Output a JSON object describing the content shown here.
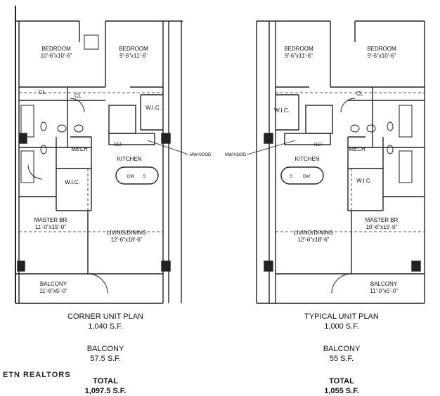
{
  "corner_unit": {
    "rooms": {
      "bedroom_1": {
        "name": "BEDROOM",
        "size": "10'-6\"x10'-6\""
      },
      "bedroom_2": {
        "name": "BEDROOM",
        "size": "9'-6\"x11'-6\""
      },
      "closet_1": "CL",
      "closet_2": "CL",
      "wic_1": "W.I.C.",
      "wic_2": "W.I.C.",
      "mech": "MECH",
      "kitchen": "KITCHEN",
      "ref": "REF",
      "dw": "DW",
      "sink": "S",
      "mw_hood": "MW/HOOD",
      "master_br": {
        "name": "MASTER BR",
        "size": "11'-0\"x15'-0\""
      },
      "living_dining": {
        "name": "LIVING/DINING",
        "size": "12'-6\"x18'-6\""
      },
      "balcony": {
        "name": "BALCONY",
        "size": "11'-6\"x5'-0\""
      }
    },
    "plan_title": "CORNER UNIT PLAN",
    "plan_area": "1,040 S.F.",
    "balcony_label": "BALCONY",
    "balcony_area": "57.5 S.F.",
    "total_label": "TOTAL",
    "total_area": "1,097.5 S.F."
  },
  "typical_unit": {
    "rooms": {
      "bedroom_1": {
        "name": "BEDROOM",
        "size": "9'-6\"x11'-6\""
      },
      "bedroom_2": {
        "name": "BEDROOM",
        "size": "9'-6\"x10'-6\""
      },
      "closet_1": "CL",
      "wic_1": "W.I.C.",
      "wic_2": "W.I.C.",
      "mech": "MECH",
      "kitchen": "KITCHEN",
      "ref": "REF",
      "dw": "DW",
      "sink": "S",
      "mw_hood": "MW/HOOD",
      "master_br": {
        "name": "MASTER BR",
        "size": "10'-6\"x15'-0\""
      },
      "living_dining": {
        "name": "LIVING/DINING",
        "size": "12'-6\"x18'-6\""
      },
      "balcony": {
        "name": "BALCONY",
        "size": "11'-0\"x5'-0\""
      }
    },
    "plan_title": "TYPICAL UNIT PLAN",
    "plan_area": "1,000 S.F.",
    "balcony_label": "BALCONY",
    "balcony_area": "55 S.F.",
    "total_label": "TOTAL",
    "total_area": "1,055 S.F."
  },
  "watermark": "ETN REALTORS"
}
